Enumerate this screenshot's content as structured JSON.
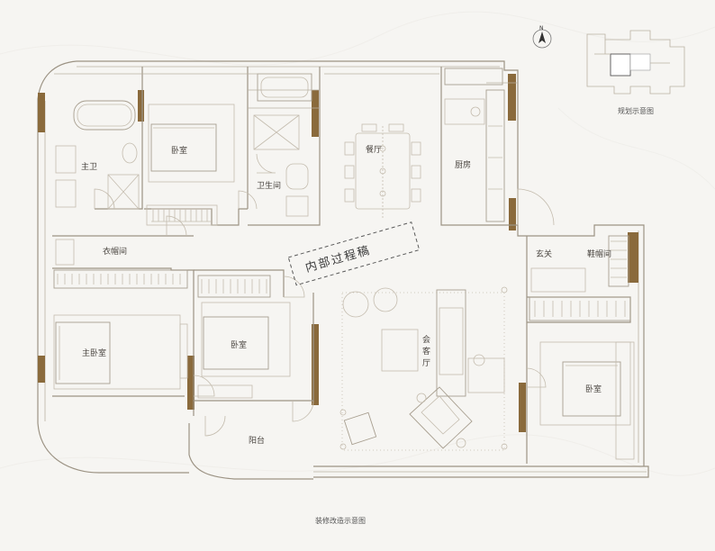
{
  "rooms": {
    "master_bath": "主卫",
    "bedroom_top": "卧室",
    "bathroom": "卫生间",
    "dining": "餐厅",
    "kitchen": "厨房",
    "wardrobe": "衣帽间",
    "master_bedroom": "主卧室",
    "bedroom_mid": "卧室",
    "living": "会客厅",
    "foyer": "玄关",
    "shoe_room": "鞋帽间",
    "bedroom_right": "卧室",
    "balcony": "阳台"
  },
  "stamp": "内部过程稿",
  "compass_label": "N",
  "keyplan_caption": "规划示意图",
  "footer_caption": "装修改造示意图",
  "colors": {
    "accent": "#8a6a3c",
    "wall": "#9c9384",
    "background": "#f6f5f2"
  }
}
